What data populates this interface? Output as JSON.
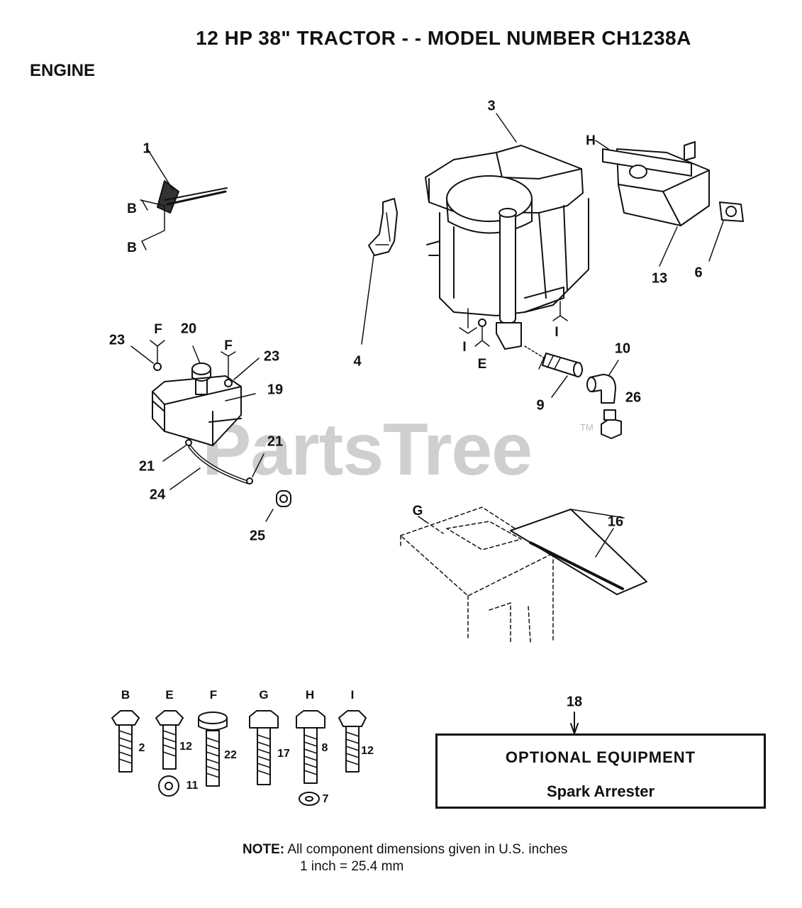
{
  "header": {
    "title": "12 HP 38\" TRACTOR - - MODEL NUMBER CH1238A",
    "section": "ENGINE"
  },
  "callouts": {
    "c1": "1",
    "c3": "3",
    "c4": "4",
    "c6": "6",
    "c9": "9",
    "c10": "10",
    "c13": "13",
    "c16": "16",
    "c18": "18",
    "c19": "19",
    "c20": "20",
    "c21a": "21",
    "c21b": "21",
    "c23a": "23",
    "c23b": "23",
    "c24": "24",
    "c25": "25",
    "c26": "26"
  },
  "letters": {
    "b1": "B",
    "b2": "B",
    "f1": "F",
    "f2": "F",
    "i1": "I",
    "i2": "I",
    "e1": "E",
    "g1": "G",
    "h1": "H"
  },
  "fasteners": [
    {
      "letter": "B",
      "qty": "2"
    },
    {
      "letter": "E",
      "qty": "12",
      "washer_qty": "11"
    },
    {
      "letter": "F",
      "qty": "22"
    },
    {
      "letter": "G",
      "qty": "17"
    },
    {
      "letter": "H",
      "qty": "8",
      "washer_qty": "7"
    },
    {
      "letter": "I",
      "qty": "12"
    }
  ],
  "optional_equipment": {
    "title": "OPTIONAL EQUIPMENT",
    "item": "Spark Arrester"
  },
  "note": {
    "label": "NOTE:",
    "line1": "All component dimensions given in U.S. inches",
    "line2": "1 inch = 25.4 mm"
  },
  "watermark": {
    "text": "PartsTree",
    "tm": "TM"
  }
}
